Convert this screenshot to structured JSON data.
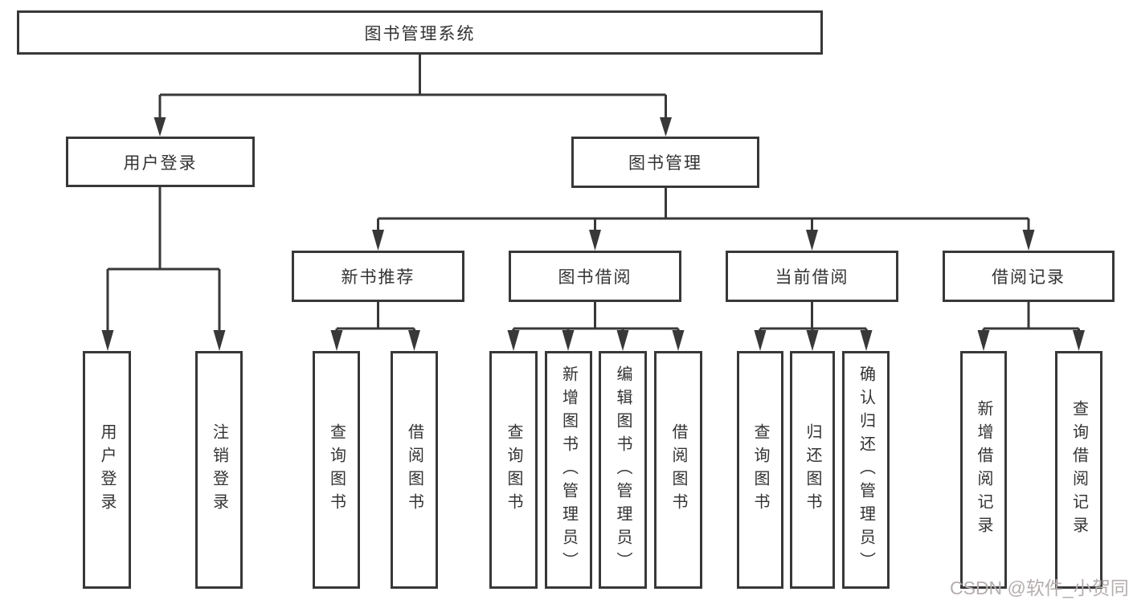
{
  "diagram": {
    "title": "图书管理系统",
    "tree": {
      "root": {
        "label": "图书管理系统"
      },
      "level2": [
        {
          "label": "用户登录",
          "leaves": [
            {
              "label": "用户登录"
            },
            {
              "label": "注销登录"
            }
          ]
        },
        {
          "label": "图书管理",
          "groups": [
            {
              "label": "新书推荐",
              "leaves": [
                {
                  "label": "查询图书"
                },
                {
                  "label": "借阅图书"
                }
              ]
            },
            {
              "label": "图书借阅",
              "leaves": [
                {
                  "label": "查询图书"
                },
                {
                  "label": "新增图书（管理员）"
                },
                {
                  "label": "编辑图书（管理员）"
                },
                {
                  "label": "借阅图书"
                }
              ]
            },
            {
              "label": "当前借阅",
              "leaves": [
                {
                  "label": "查询图书"
                },
                {
                  "label": "归还图书"
                },
                {
                  "label": "确认归还（管理员）"
                }
              ]
            },
            {
              "label": "借阅记录",
              "leaves": [
                {
                  "label": "新增借阅记录"
                },
                {
                  "label": "查询借阅记录"
                }
              ]
            }
          ]
        }
      ]
    },
    "colors": {
      "line": "#383838",
      "text": "#333333",
      "watermark": "#b5aeae",
      "background": "#ffffff"
    }
  },
  "watermark": {
    "text": "CSDN @软件_小贺同学"
  }
}
